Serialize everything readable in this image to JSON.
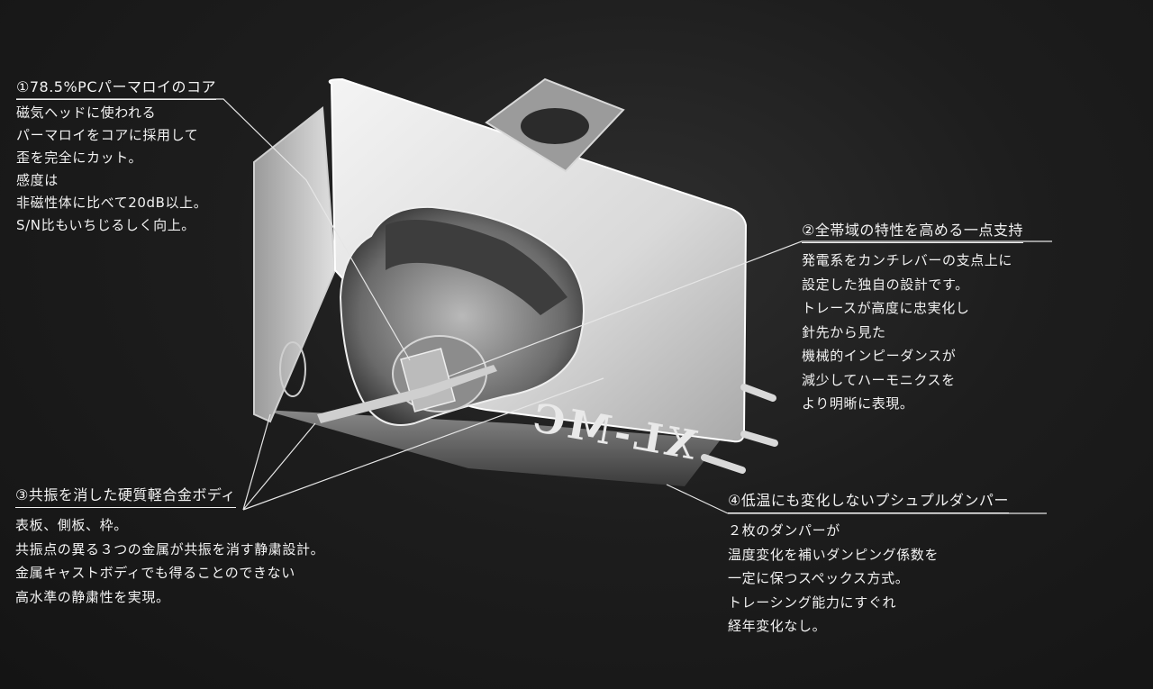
{
  "callouts": [
    {
      "title": "①78.5%PCパーマロイのコア",
      "lines": [
        "磁気ヘッドに使われる",
        "パーマロイをコアに採用して",
        "歪を完全にカット。",
        "感度は",
        "非磁性体に比べて20dB以上。",
        "S/N比もいちじるしく向上。"
      ]
    },
    {
      "title": "②全帯域の特性を高める一点支持",
      "lines": [
        "発電系をカンチレバーの支点上に",
        "設定した独自の設計です。",
        "トレースが高度に忠実化し",
        "針先から見た",
        "機械的インピーダンスが",
        "減少してハーモニクスを",
        "より明晰に表現。"
      ]
    },
    {
      "title": "③共振を消した硬質軽合金ボディ",
      "lines": [
        "表板、側板、枠。",
        "共振点の異る３つの金属が共振を消す静粛設計。",
        "金属キャストボディでも得ることのできない",
        "高水準の静粛性を実現。"
      ]
    },
    {
      "title": "④低温にも変化しないプシュプルダンパー",
      "lines": [
        "２枚のダンパーが",
        "温度変化を補いダンピング係数を",
        "一定に保つスペックス方式。",
        "トレーシング能力にすぐれ",
        "経年変化なし。"
      ]
    }
  ],
  "cartridge_brand": "XL-MC"
}
